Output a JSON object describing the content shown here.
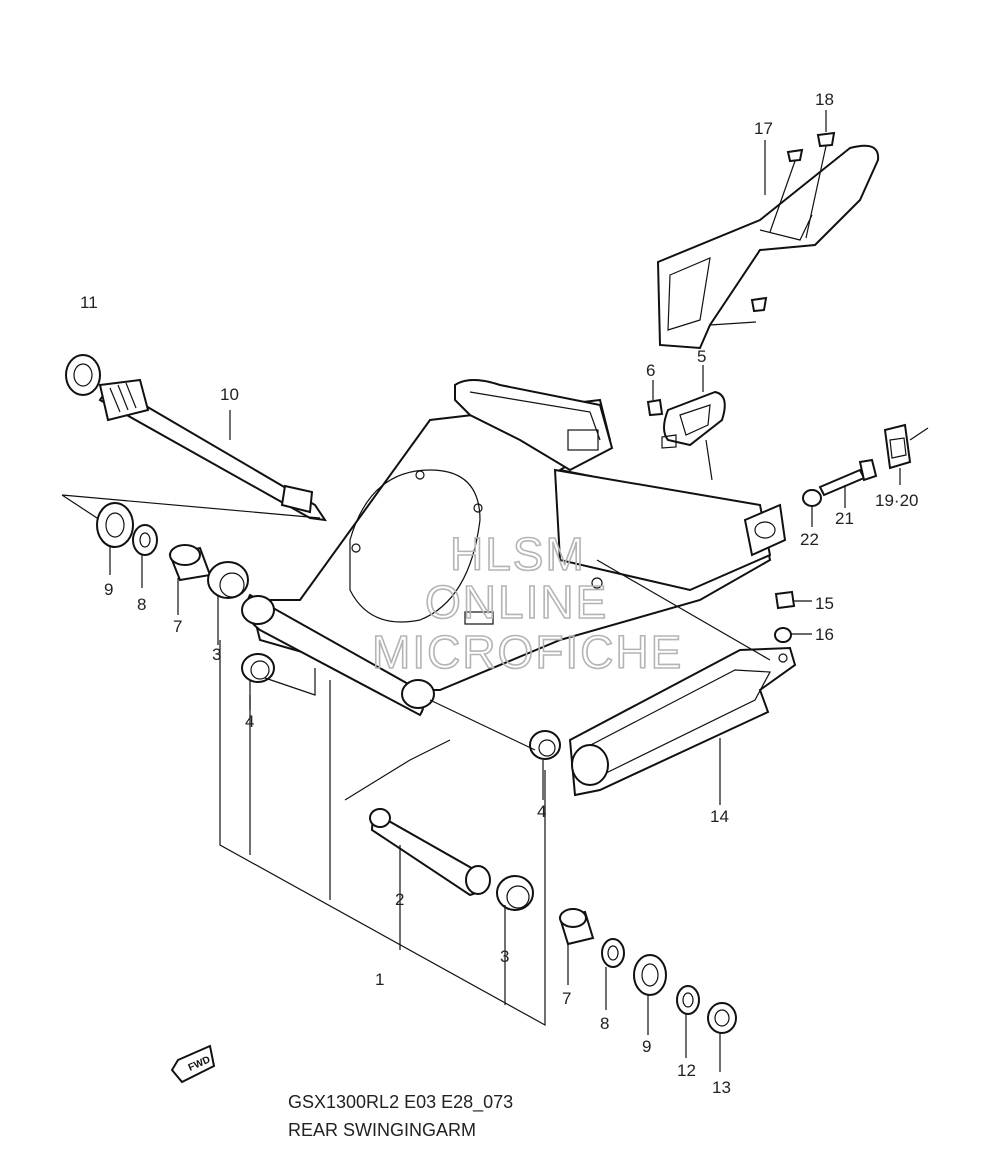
{
  "diagram": {
    "part_numbers": [
      "1",
      "2",
      "3",
      "3",
      "4",
      "4",
      "5",
      "6",
      "7",
      "7",
      "8",
      "8",
      "9",
      "9",
      "10",
      "11",
      "12",
      "13",
      "14",
      "15",
      "16",
      "17",
      "18",
      "19·20",
      "21",
      "22"
    ],
    "watermark": {
      "line1": "HLSM",
      "line2": "ONLINE",
      "line3": "MICROFICHE"
    },
    "direction_badge": "FWD",
    "caption": {
      "model_code": "GSX1300RL2 E03 E28_073",
      "title": "REAR SWINGINGARM"
    }
  }
}
